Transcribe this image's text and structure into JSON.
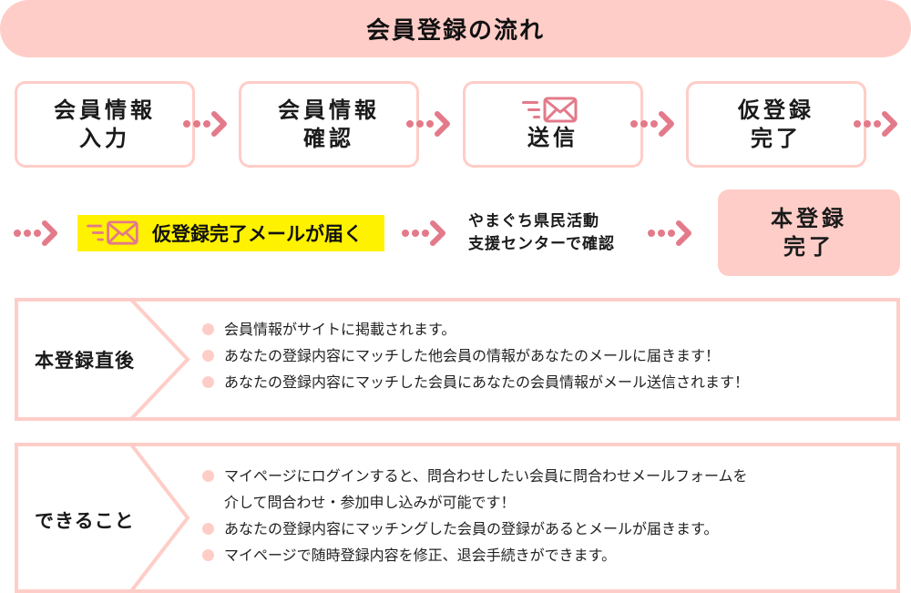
{
  "header": {
    "title": "会員登録の流れ"
  },
  "colors": {
    "banner_bg": "#FFCDC8",
    "box_border": "#FFCDC8",
    "arrow": "#E37A8A",
    "mail_icon": "#E37A8A",
    "highlight_yellow": "#FFF200",
    "bullet": "#FFCDC8"
  },
  "steps": [
    {
      "lines": [
        "会員情報",
        "入力"
      ]
    },
    {
      "lines": [
        "会員情報",
        "確認"
      ]
    },
    {
      "icon": "mail-send-icon",
      "lines": [
        "送信"
      ]
    },
    {
      "lines": [
        "仮登録",
        "完了"
      ]
    }
  ],
  "row2": {
    "mail_notice": {
      "icon": "mail-send-icon",
      "text": "仮登録完了メールが届く"
    },
    "confirm_text": {
      "lines": [
        "やまぐち県民活動",
        "支援センターで確認"
      ]
    },
    "final_step": {
      "lines": [
        "本登録",
        "完了"
      ]
    }
  },
  "info_sections": [
    {
      "label": "本登録直後",
      "items": [
        {
          "lines": [
            "会員情報がサイトに掲載されます。"
          ]
        },
        {
          "lines": [
            "あなたの登録内容にマッチした他会員の情報があなたのメールに届きます！"
          ]
        },
        {
          "lines": [
            "あなたの登録内容にマッチした会員にあなたの会員情報がメール送信されます！"
          ]
        }
      ]
    },
    {
      "label": "できること",
      "items": [
        {
          "lines": [
            "マイページにログインすると、問合わせしたい会員に問合わせメールフォームを",
            "介して問合わせ・参加申し込みが可能です！"
          ]
        },
        {
          "lines": [
            "あなたの登録内容にマッチングした会員の登録があるとメールが届きます。"
          ]
        },
        {
          "lines": [
            "マイページで随時登録内容を修正、退会手続きができます。"
          ]
        }
      ]
    }
  ]
}
